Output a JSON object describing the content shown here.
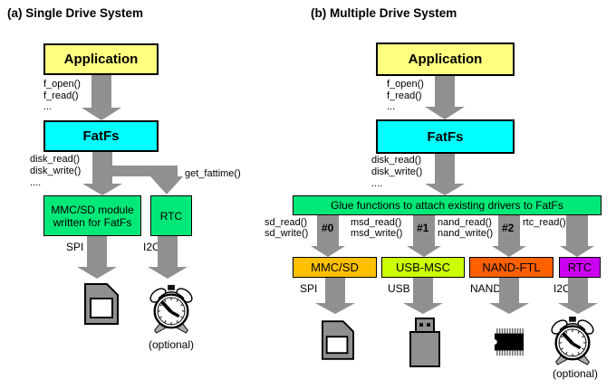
{
  "colors": {
    "application_box": "#FFFF80",
    "fatfs_box": "#00FFFF",
    "green_box": "#00E878",
    "mmc_sd_box": "#FFC000",
    "usb_msc_box": "#CCFF00",
    "nand_ftl_box": "#FF6000",
    "rtc_driver_box": "#CC00F0",
    "arrow_gray": "#909090"
  },
  "diagram_a": {
    "title": "(a) Single Drive System",
    "application_label": "Application",
    "calls_app_to_fatfs": [
      "f_open()",
      "f_read()",
      "..."
    ],
    "fatfs_label": "FatFs",
    "calls_fatfs_to_disk": [
      "disk_read()",
      "disk_write()",
      "...."
    ],
    "get_fattime_label": "get_fattime()",
    "mmc_module_line1": "MMC/SD module",
    "mmc_module_line2": "written for FatFs",
    "rtc_label": "RTC",
    "spi_label": "SPI",
    "i2c_label": "I2C",
    "optional_label": "(optional)"
  },
  "diagram_b": {
    "title": "(b) Multiple Drive System",
    "application_label": "Application",
    "calls_app_to_fatfs": [
      "f_open()",
      "f_read()",
      "..."
    ],
    "fatfs_label": "FatFs",
    "calls_fatfs_to_glue": [
      "disk_read()",
      "disk_write()",
      "...."
    ],
    "glue_label": "Glue functions to attach existing drivers to FatFs",
    "drives": [
      {
        "read_fn": "sd_read()",
        "write_fn": "sd_write()",
        "drive_no": "#0",
        "driver_label": "MMC/SD",
        "bus_label": "SPI",
        "color": "#FFC000"
      },
      {
        "read_fn": "msd_read()",
        "write_fn": "msd_write()",
        "drive_no": "#1",
        "driver_label": "USB-MSC",
        "bus_label": "USB",
        "color": "#CCFF00"
      },
      {
        "read_fn": "nand_read()",
        "write_fn": "nand_write()",
        "drive_no": "#2",
        "driver_label": "NAND-FTL",
        "bus_label": "NAND",
        "color": "#FF6000"
      },
      {
        "read_fn": "rtc_read()",
        "write_fn": "",
        "drive_no": "",
        "driver_label": "RTC",
        "bus_label": "I2C",
        "color": "#CC00F0"
      }
    ],
    "optional_label": "(optional)"
  }
}
